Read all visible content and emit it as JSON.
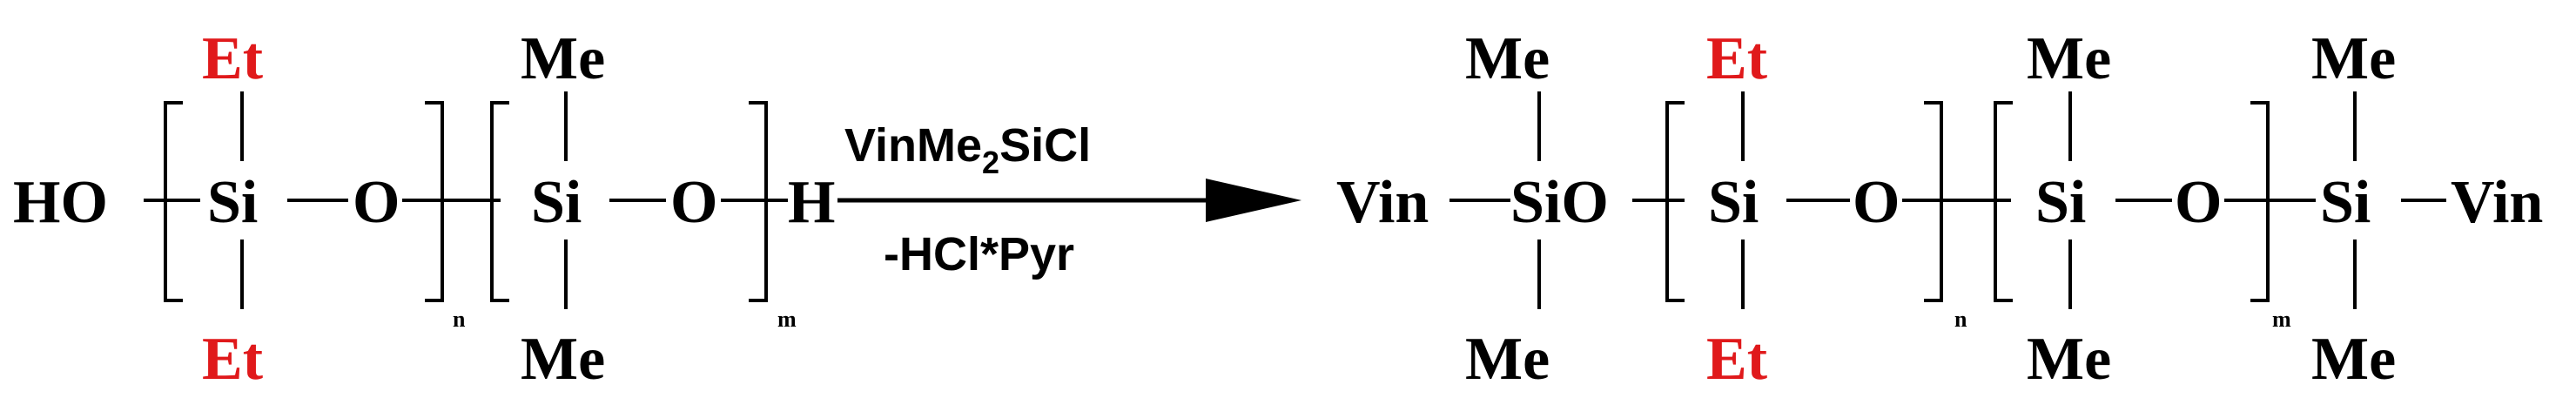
{
  "reactant": {
    "end_group_left": "HO",
    "end_group_right": "H",
    "unit1": {
      "atom": "Si",
      "top": "Et",
      "bottom": "Et",
      "link": "O",
      "index": "n"
    },
    "unit2": {
      "atom": "Si",
      "top": "Me",
      "bottom": "Me",
      "link": "O",
      "index": "m"
    }
  },
  "arrow": {
    "reagent_above_prefix": "VinMe",
    "reagent_above_subscript": "2",
    "reagent_above_suffix": "SiCl",
    "byproduct_below": "-HCl*Pyr"
  },
  "product": {
    "end_left": {
      "group": "Vin",
      "atom": "SiO",
      "top": "Me",
      "bottom": "Me"
    },
    "unit1": {
      "atom": "Si",
      "top": "Et",
      "bottom": "Et",
      "link": "O",
      "index": "n"
    },
    "unit2": {
      "atom": "Si",
      "top": "Me",
      "bottom": "Me",
      "link": "O",
      "index": "m"
    },
    "end_right": {
      "atom": "Si",
      "group": "Vin",
      "top": "Me",
      "bottom": "Me"
    }
  },
  "colors": {
    "ethyl_substituent": "#e0191b",
    "ink": "#000000"
  }
}
